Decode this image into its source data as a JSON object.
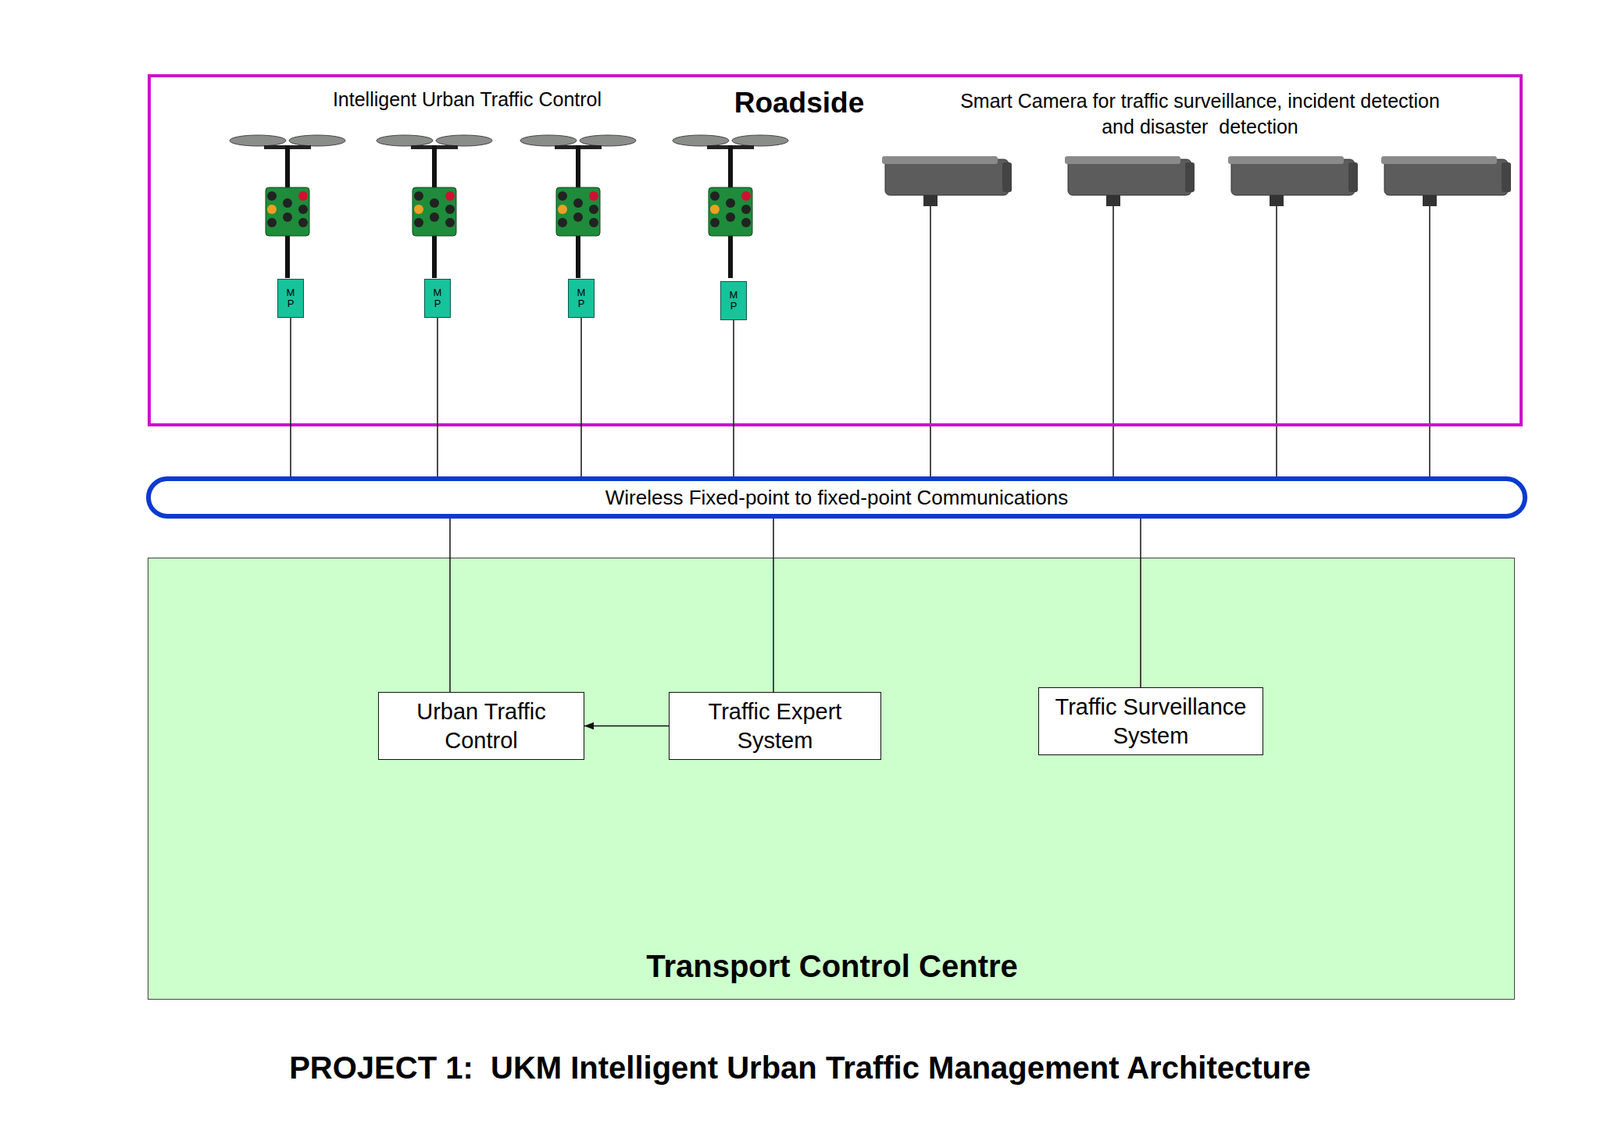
{
  "diagram": {
    "caption": "PROJECT 1:  UKM Intelligent Urban Traffic Management Architecture",
    "nodes": [
      {
        "text": [
          "Roadside",
          "Intelligent Urban Traffic Control",
          "Smart Camera for traffic surveillance, incident detection and disaster  detection"
        ]
      },
      {
        "text": [
          "M P"
        ],
        "in": 0
      },
      {
        "text": [
          "M P"
        ],
        "in": 0
      },
      {
        "text": [
          "M P"
        ],
        "in": 0
      },
      {
        "text": [
          "M P"
        ],
        "in": 0
      },
      {
        "text": [
          "Wireless Fixed-point to fixed-point Communications"
        ]
      },
      {
        "text": [
          "Transport Control Centre"
        ]
      },
      {
        "text": [
          "Urban Traffic Control"
        ],
        "in": 6
      },
      {
        "text": [
          "Traffic Expert System"
        ],
        "in": 6
      },
      {
        "text": [
          "Traffic Surveillance System"
        ],
        "in": 6
      }
    ],
    "edges": [
      {
        "from": 1,
        "to": 5,
        "arrow": "none"
      },
      {
        "from": 2,
        "to": 5,
        "arrow": "none"
      },
      {
        "from": 3,
        "to": 5,
        "arrow": "none"
      },
      {
        "from": 4,
        "to": 5,
        "arrow": "none"
      },
      {
        "from": 5,
        "to": 7,
        "arrow": "none"
      },
      {
        "from": 5,
        "to": 8,
        "arrow": "none"
      },
      {
        "from": 5,
        "to": 9,
        "arrow": "none"
      },
      {
        "from": 8,
        "to": 7,
        "arrow": "to"
      }
    ]
  }
}
